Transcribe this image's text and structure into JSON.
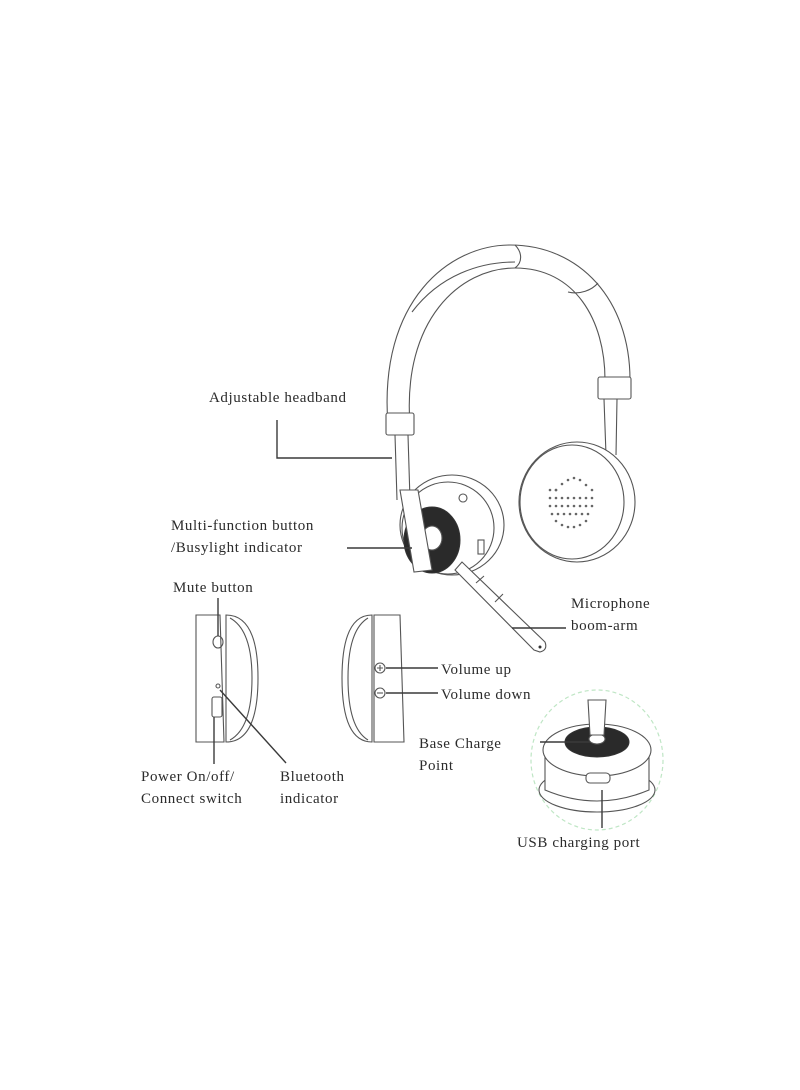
{
  "figure": {
    "subject": "Wireless headset parts diagram",
    "colors": {
      "background": "#ffffff",
      "line": "#3a3a3a",
      "text": "#2b2b2b",
      "charge_glow": "#bfe6c5"
    }
  },
  "labels": {
    "adjustable_headband": "Adjustable headband",
    "multi_function_line1": "Multi-function button",
    "multi_function_line2": "/Busylight indicator",
    "mute_button": "Mute button",
    "microphone_line1": "Microphone",
    "microphone_line2": "boom-arm",
    "volume_up": "Volume up",
    "volume_down": "Volume down",
    "power_line1": "Power On/off/",
    "power_line2": "Connect switch",
    "bluetooth_line1": "Bluetooth",
    "bluetooth_line2": "indicator",
    "base_charge_line1": "Base Charge",
    "base_charge_line2": "Point",
    "usb_port": "USB charging port"
  }
}
